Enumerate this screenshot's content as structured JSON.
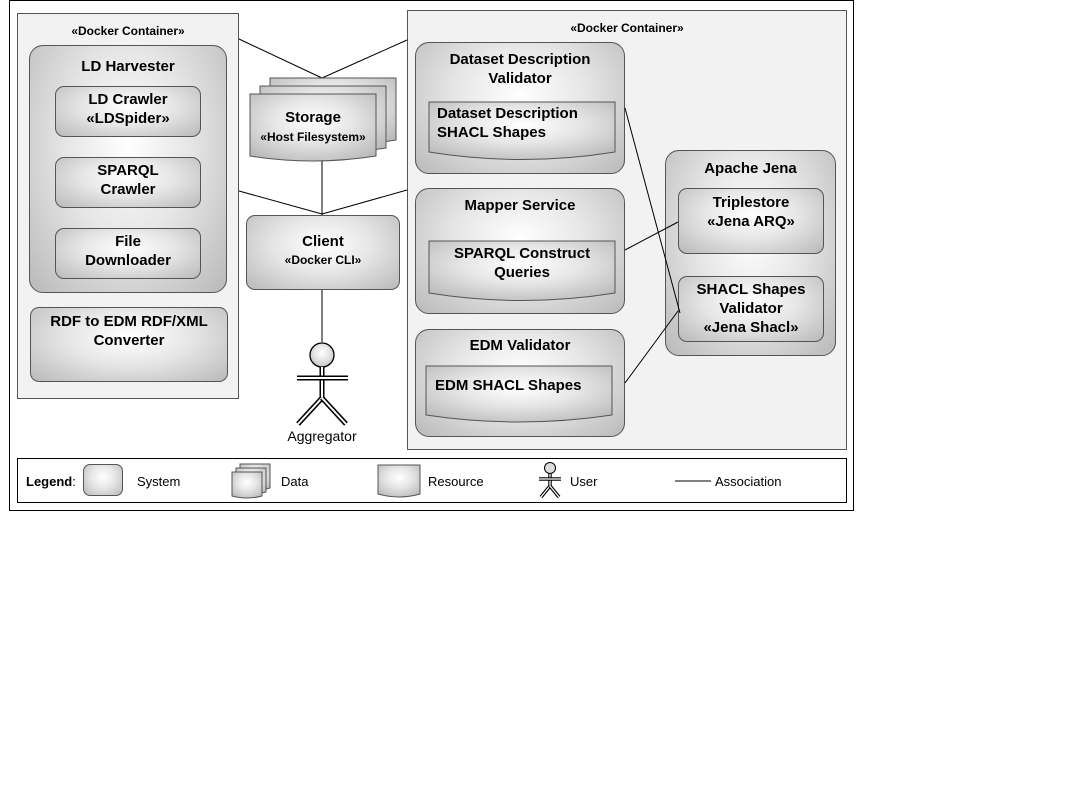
{
  "containers": {
    "left_title": "«Docker Container»",
    "right_title": "«Docker Container»"
  },
  "ld_harvester": {
    "title": "LD Harvester",
    "ld_crawler": "LD Crawler\n«LDSpider»",
    "sparql_crawler": "SPARQL\nCrawler",
    "file_downloader": "File\nDownloader"
  },
  "converter": "RDF to EDM RDF/XML\nConverter",
  "storage": {
    "title": "Storage",
    "subtitle": "«Host Filesystem»"
  },
  "client": {
    "title": "Client",
    "subtitle": "«Docker CLI»"
  },
  "aggregator": "Aggregator",
  "dataset_validator": {
    "title": "Dataset Description\nValidator",
    "shapes": "Dataset Description\nSHACL Shapes"
  },
  "mapper_service": {
    "title": "Mapper Service",
    "queries": "SPARQL Construct\nQueries"
  },
  "edm_validator": {
    "title": "EDM Validator",
    "shapes": "EDM SHACL Shapes"
  },
  "apache_jena": {
    "title": "Apache Jena",
    "triplestore": "Triplestore\n«Jena ARQ»",
    "shacl_validator": "SHACL Shapes\nValidator\n«Jena Shacl»"
  },
  "legend": {
    "title": "Legend",
    "colon": ":",
    "system": "System",
    "data": "Data",
    "resource": "Resource",
    "user": "User",
    "association": "Association"
  }
}
